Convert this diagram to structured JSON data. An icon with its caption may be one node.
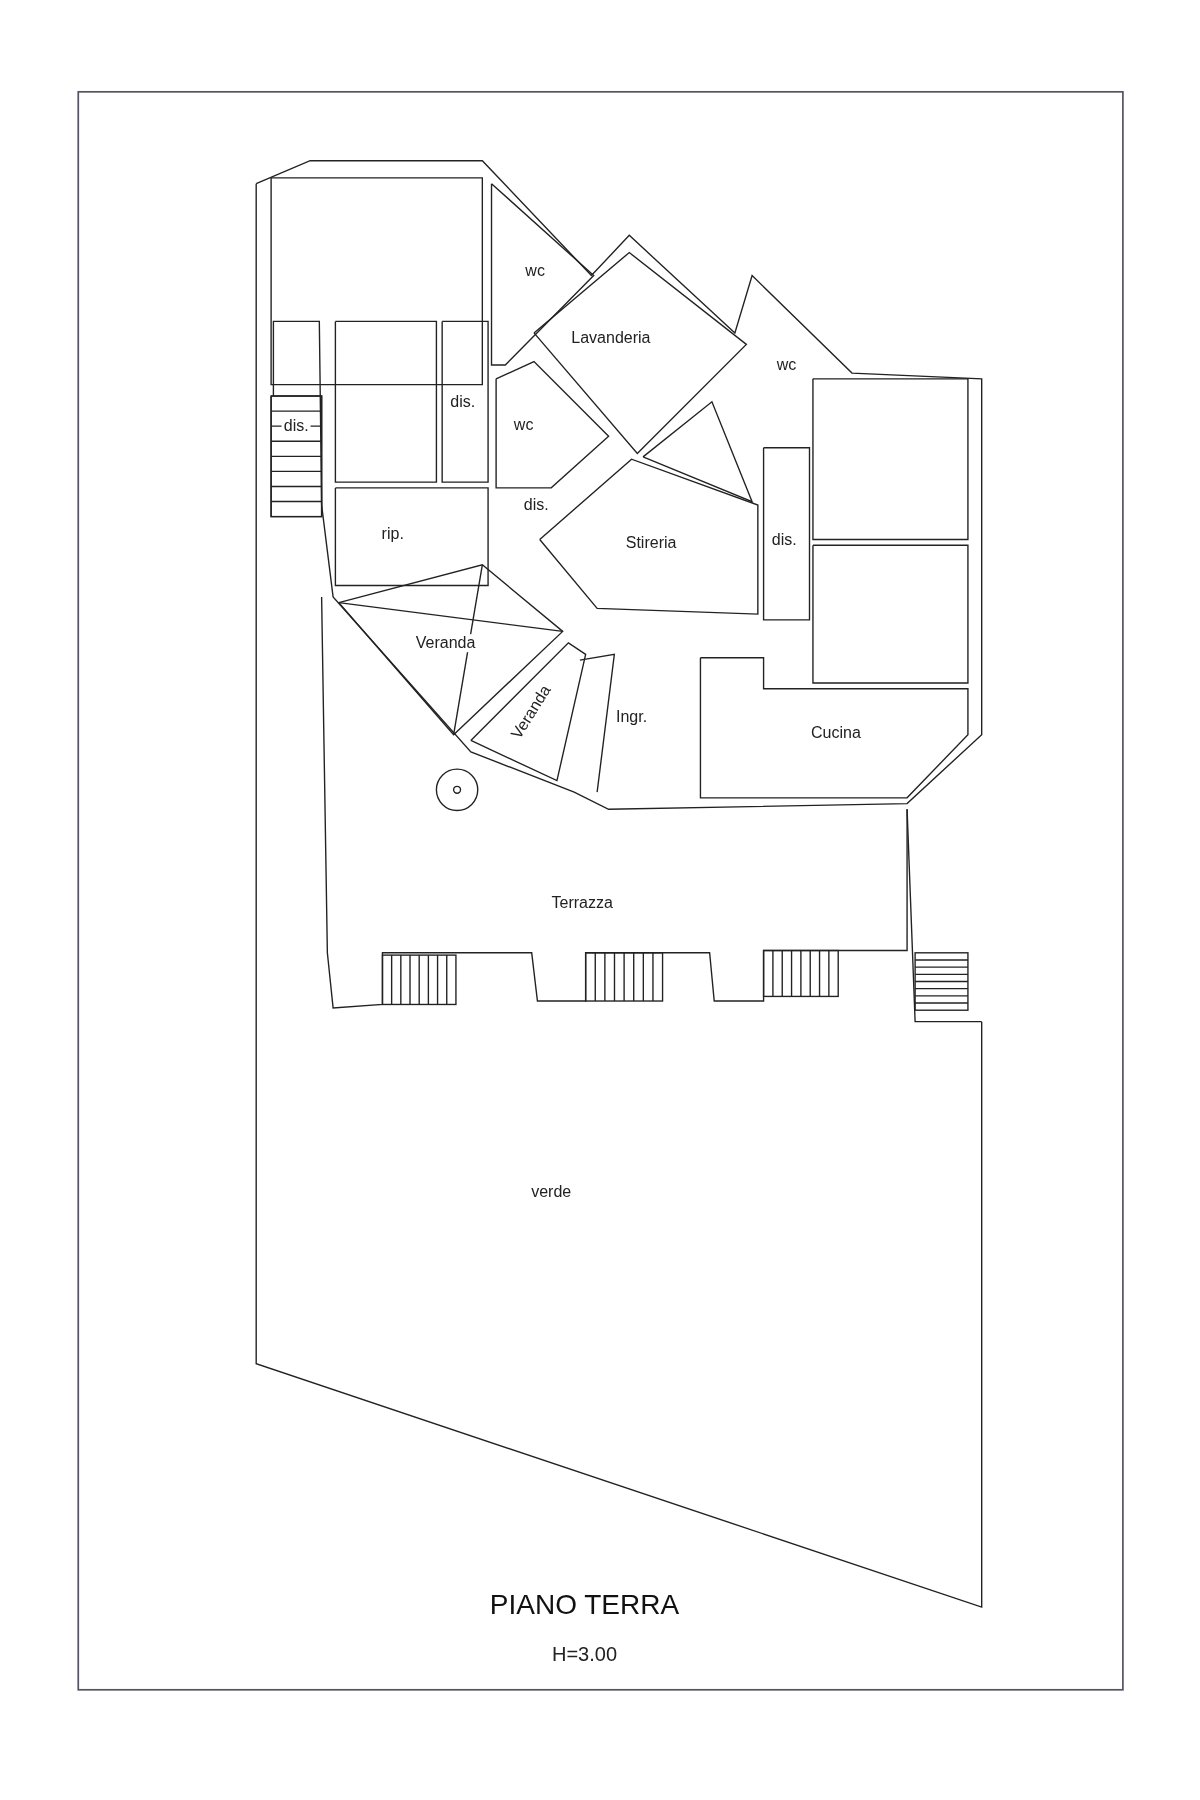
{
  "diagram": {
    "title": "PIANO TERRA",
    "labels": [
      "wc",
      "Lavanderia",
      "wc",
      "dis.",
      "dis.",
      "wc",
      "dis.",
      "rip.",
      "Stireria",
      "dis.",
      "Veranda",
      "Veranda",
      "Ingr.",
      "Cucina",
      "Terrazza",
      "verde",
      "H=3.00"
    ]
  }
}
